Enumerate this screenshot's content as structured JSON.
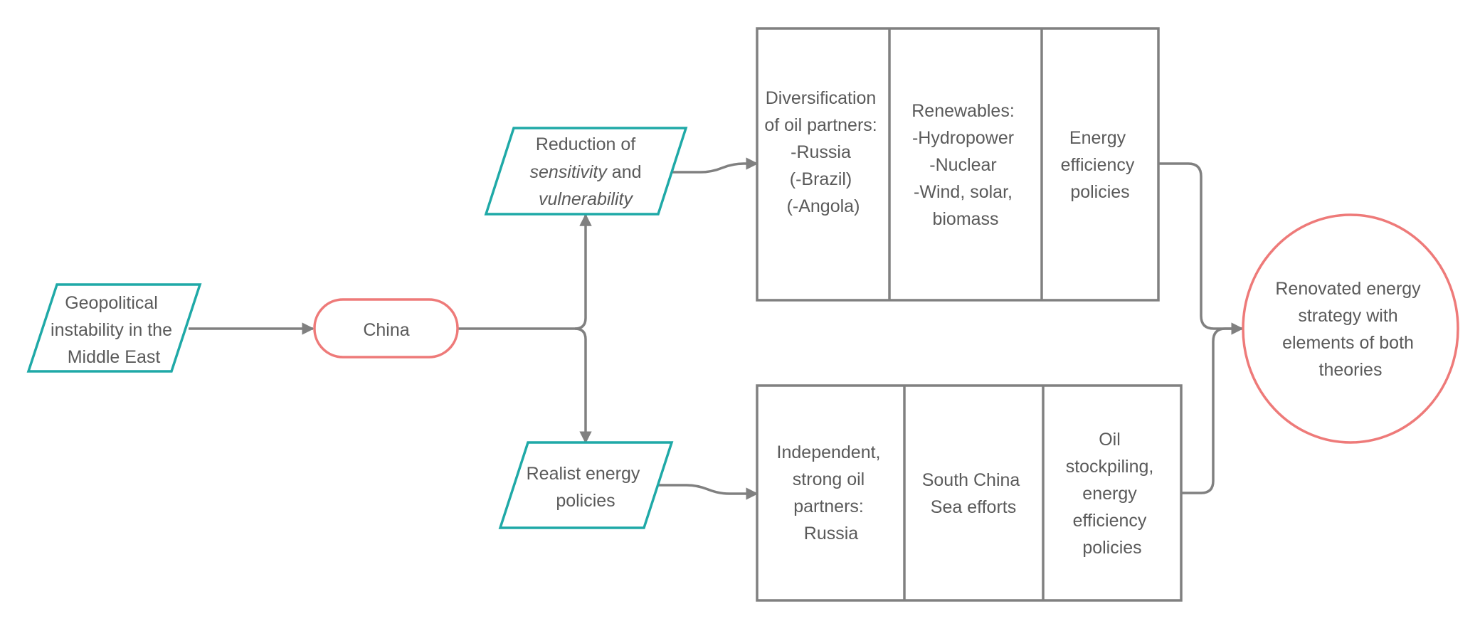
{
  "colors": {
    "teal": "#1fa9a7",
    "coral": "#ee7a79",
    "connector": "#808080",
    "text": "#5a5a5a"
  },
  "nodes": {
    "geopolitical": [
      "Geopolitical",
      "instability in the",
      "Middle East"
    ],
    "china": [
      "China"
    ],
    "reduction": {
      "line1": "Reduction of",
      "line2_italic": "sensitivity",
      "line2_rest": " and",
      "line3_italic": "vulnerability"
    },
    "realist": [
      "Realist energy",
      "policies"
    ],
    "outcome": [
      "Renovated energy",
      "strategy with",
      "elements of both",
      "theories"
    ]
  },
  "top_table": {
    "cells": [
      [
        "Diversification",
        "of oil partners:",
        "-Russia",
        "(-Brazil)",
        "(-Angola)"
      ],
      [
        "Renewables:",
        "-Hydropower",
        "-Nuclear",
        "-Wind, solar,",
        "biomass"
      ],
      [
        "Energy",
        "efficiency",
        "policies"
      ]
    ]
  },
  "bottom_table": {
    "cells": [
      [
        "Independent,",
        "strong oil",
        "partners:",
        "Russia"
      ],
      [
        "South China",
        "Sea efforts"
      ],
      [
        "Oil",
        "stockpiling,",
        "energy",
        "efficiency",
        "policies"
      ]
    ]
  }
}
